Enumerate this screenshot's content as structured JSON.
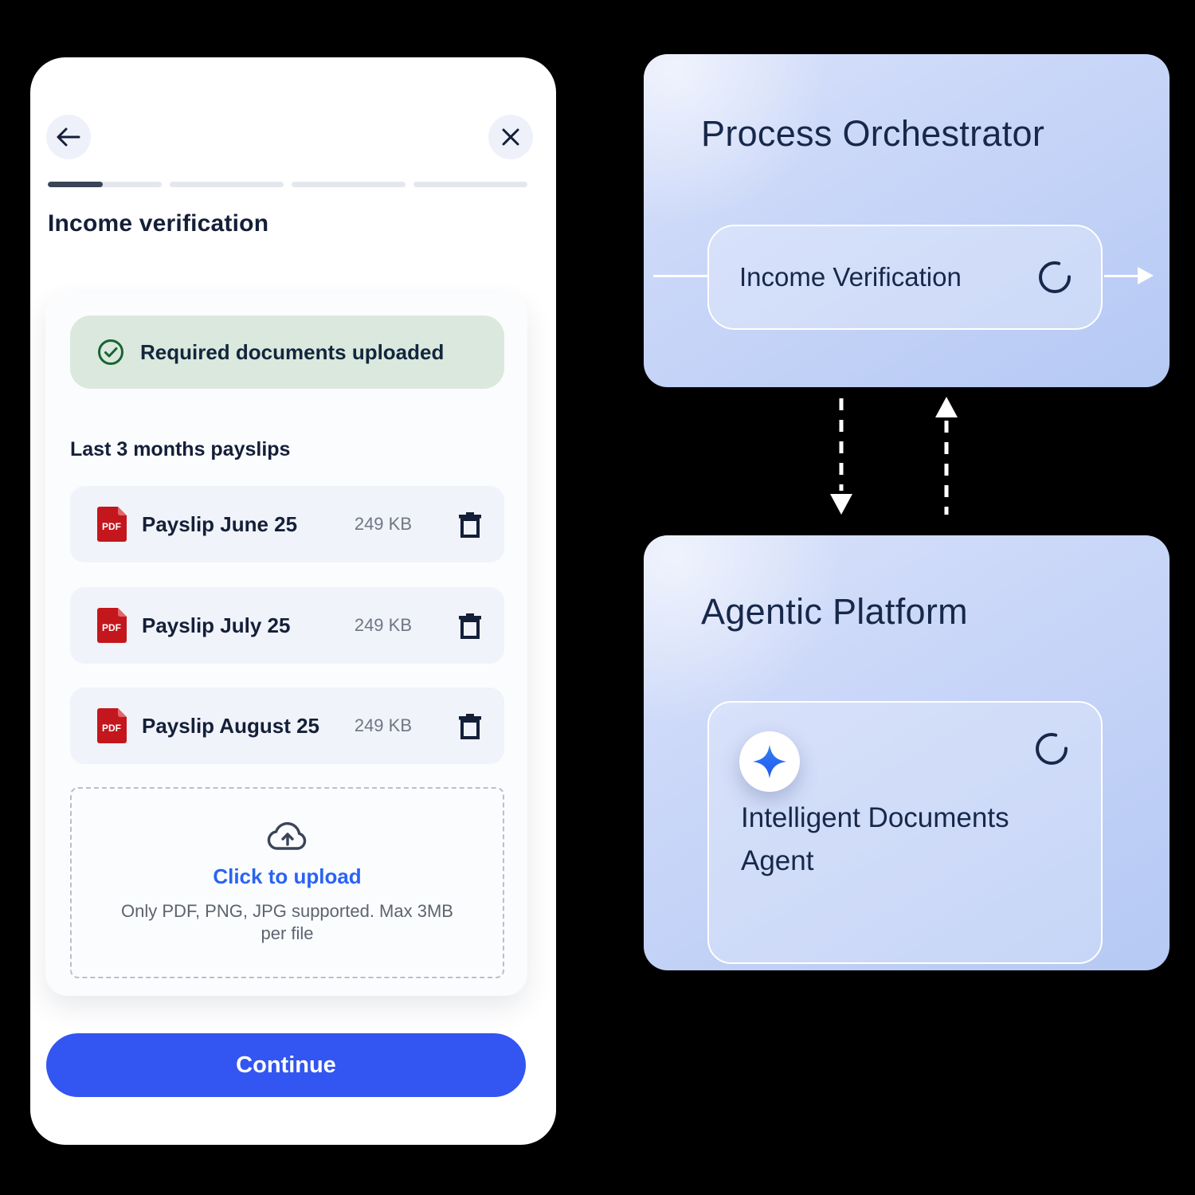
{
  "phone": {
    "title": "Income verification",
    "progress": {
      "step": 1,
      "total_steps": 4
    },
    "banner": {
      "text": "Required documents uploaded"
    },
    "section_label": "Last 3 months payslips",
    "files": [
      {
        "type": "PDF",
        "name": "Payslip June 25",
        "size": "249 KB"
      },
      {
        "type": "PDF",
        "name": "Payslip July 25",
        "size": "249 KB"
      },
      {
        "type": "PDF",
        "name": "Payslip August 25",
        "size": "249 KB"
      }
    ],
    "upload": {
      "cta": "Click to upload",
      "hint": "Only PDF, PNG, JPG supported. Max 3MB per file"
    },
    "continue_label": "Continue"
  },
  "diagram": {
    "orchestrator": {
      "title": "Process Orchestrator",
      "step": {
        "label": "Income Verification",
        "status": "loading"
      }
    },
    "platform": {
      "title": "Agentic Platform",
      "agent": {
        "label": "Intelligent Documents Agent",
        "status": "loading"
      }
    }
  },
  "colors": {
    "background": "#000000",
    "accent_blue": "#3355f1",
    "link_blue": "#2a63f3",
    "success_bg": "#dbe8de",
    "success_icon": "#186430",
    "pdf_red": "#c4161d",
    "navy_text": "#17284a",
    "diagram_box_top": "#d9e2fa",
    "diagram_box_bottom": "#b5c9f4"
  }
}
